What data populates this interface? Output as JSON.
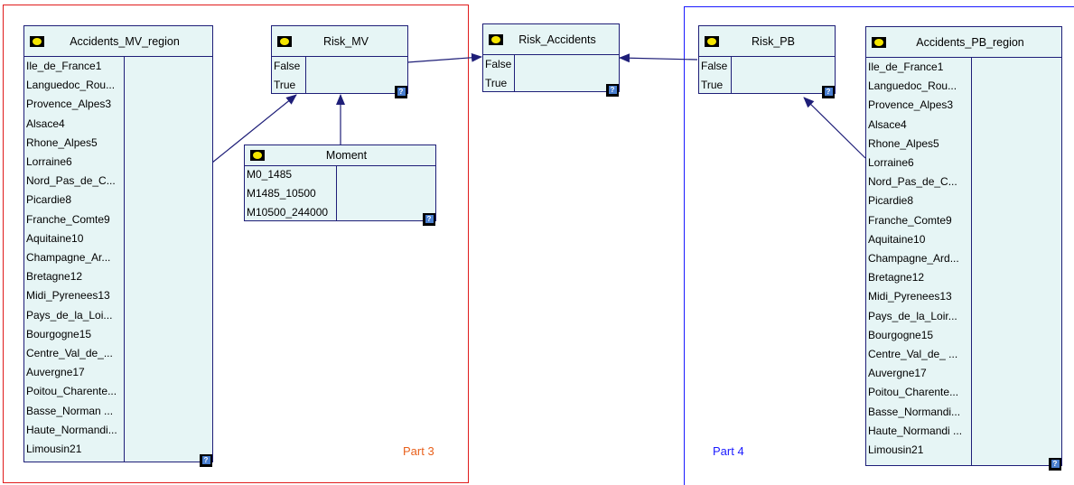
{
  "regions": {
    "part3": {
      "label": "Part 3",
      "color": "#e01b1b",
      "label_color": "#e8601c"
    },
    "part4": {
      "label": "Part 4",
      "color": "#1a1aff",
      "label_color": "#1a1aff"
    }
  },
  "nodes": {
    "accidents_mv_region": {
      "title": "Accidents_MV_region",
      "states": [
        "Ile_de_France1",
        "Languedoc_Rou...",
        "Provence_Alpes3",
        "Alsace4",
        "Rhone_Alpes5",
        "Lorraine6",
        "Nord_Pas_de_C...",
        "Picardie8",
        "Franche_Comte9",
        "Aquitaine10",
        "Champagne_Ar...",
        "Bretagne12",
        "Midi_Pyrenees13",
        "Pays_de_la_Loi...",
        "Bourgogne15",
        "Centre_Val_de_...",
        "Auvergne17",
        "Poitou_Charente...",
        "Basse_Norman ...",
        "Haute_Normandi...",
        "Limousin21"
      ]
    },
    "risk_mv": {
      "title": "Risk_MV",
      "states": [
        "False",
        "True"
      ]
    },
    "moment": {
      "title": "Moment",
      "states": [
        "M0_1485",
        "M1485_10500",
        "M10500_244000"
      ]
    },
    "risk_accidents": {
      "title": "Risk_Accidents",
      "states": [
        "False",
        "True"
      ]
    },
    "risk_pb": {
      "title": "Risk_PB",
      "states": [
        "False",
        "True"
      ]
    },
    "accidents_pb_region": {
      "title": "Accidents_PB_region",
      "states": [
        "Ile_de_France1",
        "Languedoc_Rou...",
        "Provence_Alpes3",
        "Alsace4",
        "Rhone_Alpes5",
        "Lorraine6",
        "Nord_Pas_de_C...",
        "Picardie8",
        "Franche_Comte9",
        "Aquitaine10",
        "Champagne_Ard...",
        "Bretagne12",
        "Midi_Pyrenees13",
        "Pays_de_la_Loir...",
        "Bourgogne15",
        "Centre_Val_de_ ...",
        "Auvergne17",
        "Poitou_Charente...",
        "Basse_Normandi...",
        "Haute_Normandi ...",
        "Limousin21"
      ]
    }
  },
  "help_icon": "question-mark-icon",
  "node_icon": "ellipse-node-icon",
  "colors": {
    "node_fill": "#e6f5f5",
    "node_border": "#1e1e78",
    "edge": "#1e1e78"
  }
}
